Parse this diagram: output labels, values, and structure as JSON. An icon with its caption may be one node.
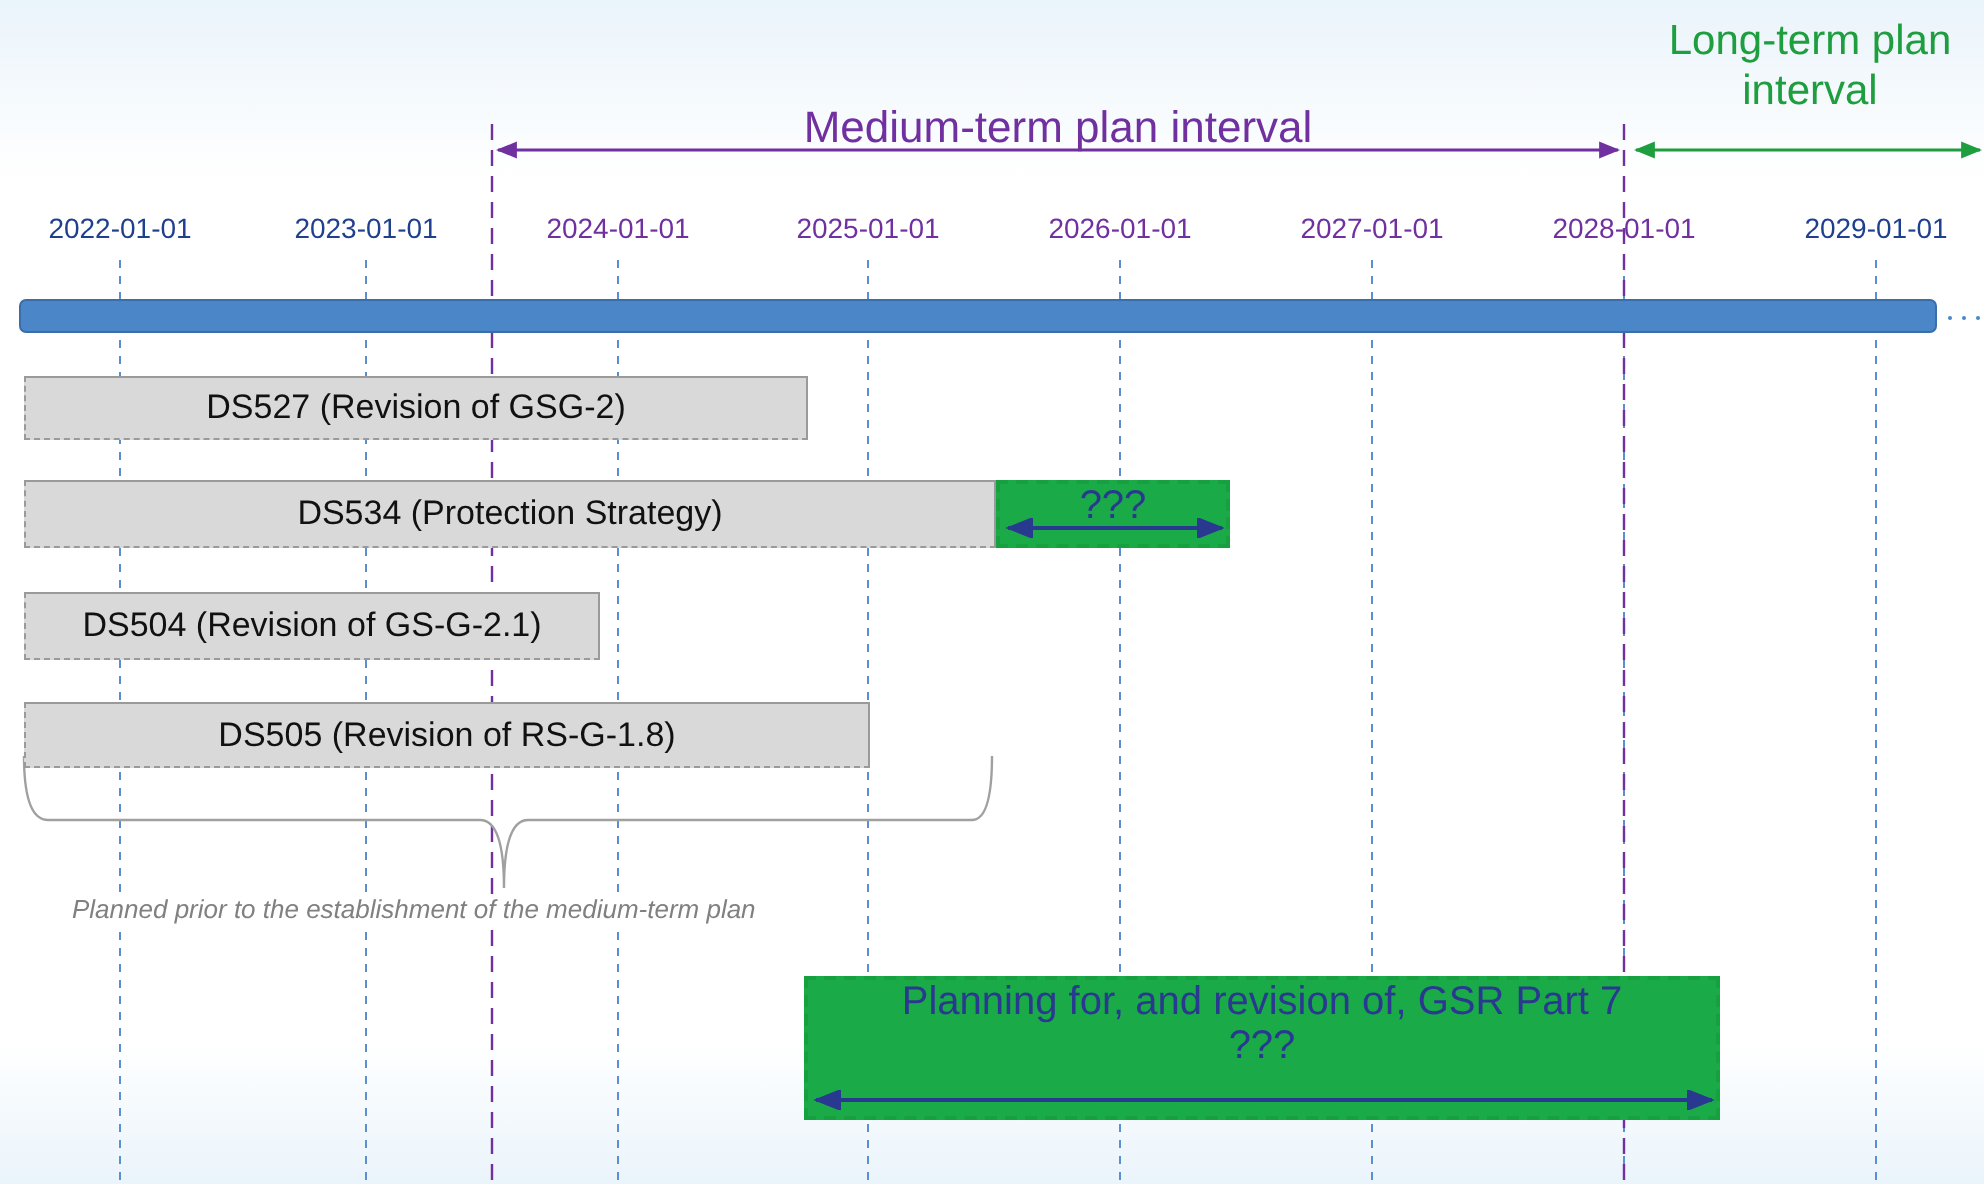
{
  "diagram": {
    "nodes": [
      {
        "text": [
          "DS527 (Revision of GSG-2)"
        ]
      },
      {
        "text": [
          "DS534 (Protection Strategy)"
        ]
      },
      {
        "text": [
          "???"
        ]
      },
      {
        "text": [
          "DS504 (Revision of GS-G-2.1)"
        ]
      },
      {
        "text": [
          "DS505 (Revision of RS-G-1.8)"
        ]
      },
      {
        "text": [
          "Planning for, and revision of, GSR Part 7",
          "???"
        ]
      }
    ],
    "edges": [],
    "labels": [
      "Long-term plan interval",
      "Medium-term plan interval",
      "2022-01-01",
      "2023-01-01",
      "2024-01-01",
      "2025-01-01",
      "2026-01-01",
      "2027-01-01",
      "2028-01-01",
      "2029-01-01",
      "Planned prior to the establishment of the medium-term plan"
    ]
  }
}
